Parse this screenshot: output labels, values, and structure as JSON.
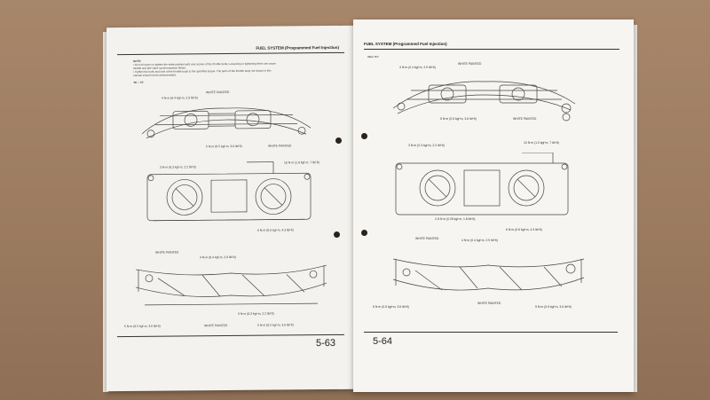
{
  "left_page": {
    "header": "FUEL SYSTEM (Programmed Fuel Injection)",
    "note_title": "NOTE:",
    "note_line1": "• Do not loosen or tighten the white painted bolts and screws of the throttle body. Loosening or tightening them can cause",
    "note_line2": "  throttle and idle valve synchronization failure.",
    "note_line3": "• Tighten the bolts and nuts of the throttle body to the specified torque. The parts of the throttle body not shown in this",
    "note_line4": "  manual should not be disassembled.",
    "fig_label": "'06 – '07:",
    "page_number": "5-63",
    "torques": {
      "t1": "4 N·m (0.4 kgf·m, 2.9 lbf·ft)",
      "t1_paint": "WHITE PAINTED",
      "t2": "5 N·m (0.5 kgf·m, 3.6 lbf·ft)",
      "t2_paint": "WHITE PAINTED",
      "t3": "3 N·m (0.3 kgf·m, 2.2 lbf·ft)",
      "t4": "10 N·m (1.0 kgf·m, 7 lbf·ft)",
      "t5": "6 N·m (0.6 kgf·m, 4.3 lbf·ft)",
      "t6_paint": "WHITE PAINTED",
      "t6": "4 N·m (0.4 kgf·m, 2.9 lbf·ft)",
      "t7": "3 N·m (0.3 kgf·m, 2.2 lbf·ft)",
      "t8": "5 N·m (0.5 kgf·m, 3.6 lbf·ft)",
      "t8_paint": "WHITE PAINTED",
      "t9": "5 N·m (0.5 kgf·m, 3.6 lbf·ft)"
    }
  },
  "right_page": {
    "header": "FUEL SYSTEM (Programmed Fuel Injection)",
    "fig_label": "After '07:",
    "page_number": "5-64",
    "torques": {
      "r1": "4 N·m (0.4 kgf·m, 2.9 lbf·ft)",
      "r1_paint": "WHITE PAINTED",
      "r2": "5 N·m (0.5 kgf·m, 3.6 lbf·ft)",
      "r2_paint": "WHITE PAINTED",
      "r3": "3 N·m (0.3 kgf·m, 2.2 lbf·ft)",
      "r4": "10 N·m (1.0 kgf·m, 7 lbf·ft)",
      "r5": "2.5 N·m (0.25 kgf·m, 1.8 lbf·ft)",
      "r6": "6 N·m (0.6 kgf·m, 4.3 lbf·ft)",
      "r7_paint": "WHITE PAINTED",
      "r7": "4 N·m (0.4 kgf·m, 2.9 lbf·ft)",
      "r8": "5 N·m (0.5 kgf·m, 3.6 lbf·ft)",
      "r9": "5 N·m (0.5 kgf·m, 3.6 lbf·ft)",
      "r9_paint": "WHITE PAINTED"
    }
  },
  "colors": {
    "table": "#9c7b60",
    "paper": "#f3f2ee",
    "ink": "#333333"
  }
}
